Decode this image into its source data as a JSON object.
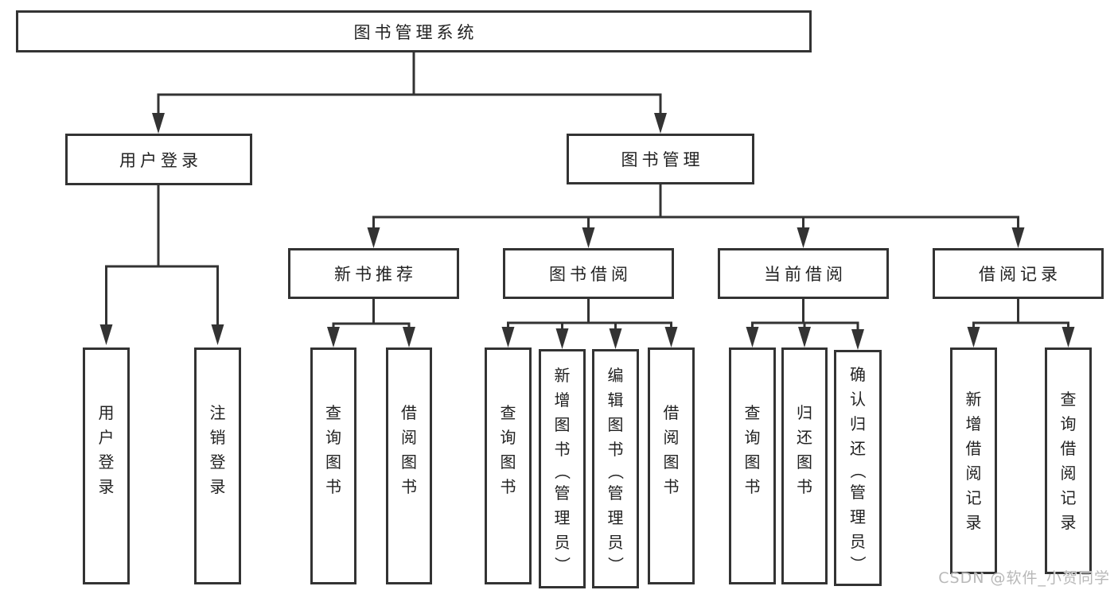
{
  "diagram_title": "图书管理系统",
  "watermark": "CSDN @软件_小贺同学",
  "colors": {
    "line": "#333333",
    "box_border": "#333333",
    "box_fill": "#ffffff",
    "text": "#222222",
    "watermark": "#b2b2b2"
  },
  "nodes": [
    {
      "id": "root",
      "label": "图书管理系统",
      "orientation": "horizontal"
    },
    {
      "id": "user-login",
      "label": "用户登录",
      "orientation": "horizontal"
    },
    {
      "id": "book-management",
      "label": "图书管理",
      "orientation": "horizontal"
    },
    {
      "id": "new-book-recommend",
      "label": "新书推荐",
      "orientation": "horizontal"
    },
    {
      "id": "book-borrowing",
      "label": "图书借阅",
      "orientation": "horizontal"
    },
    {
      "id": "current-borrowing",
      "label": "当前借阅",
      "orientation": "horizontal"
    },
    {
      "id": "borrowing-records",
      "label": "借阅记录",
      "orientation": "horizontal"
    },
    {
      "id": "leaf-user-login",
      "label": "用户登录",
      "orientation": "vertical"
    },
    {
      "id": "leaf-logout",
      "label": "注销登录",
      "orientation": "vertical"
    },
    {
      "id": "leaf-nb-query-books",
      "label": "查询图书",
      "orientation": "vertical"
    },
    {
      "id": "leaf-nb-borrow-books",
      "label": "借阅图书",
      "orientation": "vertical"
    },
    {
      "id": "leaf-bb-query-books",
      "label": "查询图书",
      "orientation": "vertical"
    },
    {
      "id": "leaf-bb-add-books",
      "label": "新增图书（管理员）",
      "orientation": "vertical"
    },
    {
      "id": "leaf-bb-edit-books",
      "label": "编辑图书（管理员）",
      "orientation": "vertical"
    },
    {
      "id": "leaf-bb-borrow-books",
      "label": "借阅图书",
      "orientation": "vertical"
    },
    {
      "id": "leaf-cb-query-books",
      "label": "查询图书",
      "orientation": "vertical"
    },
    {
      "id": "leaf-cb-return-books",
      "label": "归还图书",
      "orientation": "vertical"
    },
    {
      "id": "leaf-cb-confirm-return",
      "label": "确认归还（管理员）",
      "orientation": "vertical"
    },
    {
      "id": "leaf-br-add-record",
      "label": "新增借阅记录",
      "orientation": "vertical"
    },
    {
      "id": "leaf-br-query-record",
      "label": "查询借阅记录",
      "orientation": "vertical"
    }
  ],
  "edges": [
    [
      "root",
      "user-login"
    ],
    [
      "root",
      "book-management"
    ],
    [
      "user-login",
      "leaf-user-login"
    ],
    [
      "user-login",
      "leaf-logout"
    ],
    [
      "book-management",
      "new-book-recommend"
    ],
    [
      "book-management",
      "book-borrowing"
    ],
    [
      "book-management",
      "current-borrowing"
    ],
    [
      "book-management",
      "borrowing-records"
    ],
    [
      "new-book-recommend",
      "leaf-nb-query-books"
    ],
    [
      "new-book-recommend",
      "leaf-nb-borrow-books"
    ],
    [
      "book-borrowing",
      "leaf-bb-query-books"
    ],
    [
      "book-borrowing",
      "leaf-bb-add-books"
    ],
    [
      "book-borrowing",
      "leaf-bb-edit-books"
    ],
    [
      "book-borrowing",
      "leaf-bb-borrow-books"
    ],
    [
      "current-borrowing",
      "leaf-cb-query-books"
    ],
    [
      "current-borrowing",
      "leaf-cb-return-books"
    ],
    [
      "current-borrowing",
      "leaf-cb-confirm-return"
    ],
    [
      "borrowing-records",
      "leaf-br-add-record"
    ],
    [
      "borrowing-records",
      "leaf-br-query-record"
    ]
  ]
}
